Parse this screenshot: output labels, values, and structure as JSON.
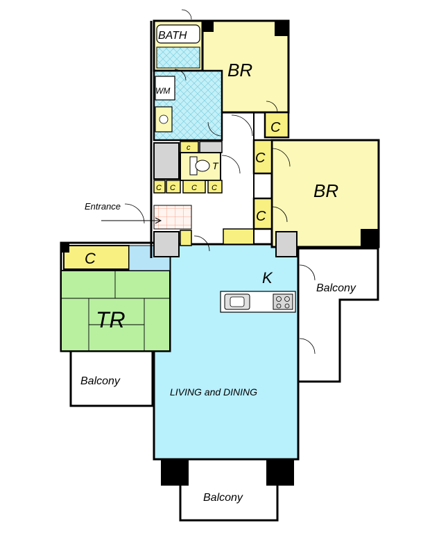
{
  "rooms": {
    "bath": "BATH",
    "wm": "WM",
    "toilet": "T",
    "bedroom_upper": "BR",
    "bedroom_right": "BR",
    "tatami_room": "TR",
    "kitchen": "K",
    "living_dining": "LIVING and DINING"
  },
  "closets": {
    "c_small": "c",
    "c_upper_right": "C",
    "c_mid_right": "C",
    "c_lower_right": "C",
    "c_tatami": "C",
    "c_row": [
      "C",
      "C",
      "C",
      "C"
    ]
  },
  "balconies": {
    "right": "Balcony",
    "left": "Balcony",
    "bottom": "Balcony"
  },
  "entrance": "Entrance",
  "colors": {
    "bedroom": "#fbf8b8",
    "closet": "#f8f080",
    "living": "#b8f0fc",
    "tatami": "#b8f0a0",
    "storage": "#d4d4d4",
    "wall": "#000000",
    "wet_area": "#bfeef6",
    "entrance_tile": "#ffe8e0"
  }
}
